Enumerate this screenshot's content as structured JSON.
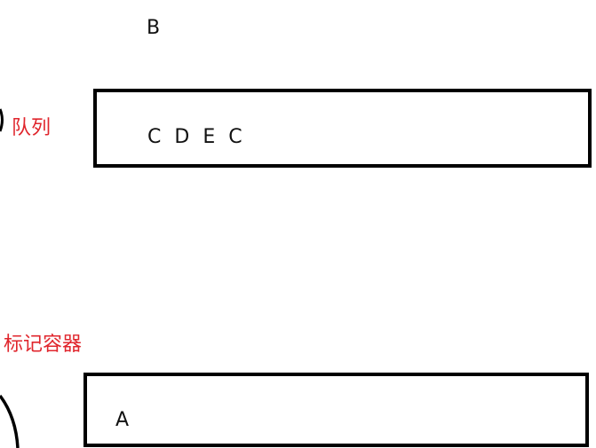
{
  "current_node": "B",
  "queue": {
    "label": "队列",
    "items": [
      "C",
      "D",
      "E",
      "C"
    ]
  },
  "visited": {
    "label": "标记容器",
    "items": [
      "A"
    ]
  },
  "colors": {
    "label_red": "#e0262d",
    "border": "#000000",
    "text": "#111111"
  }
}
